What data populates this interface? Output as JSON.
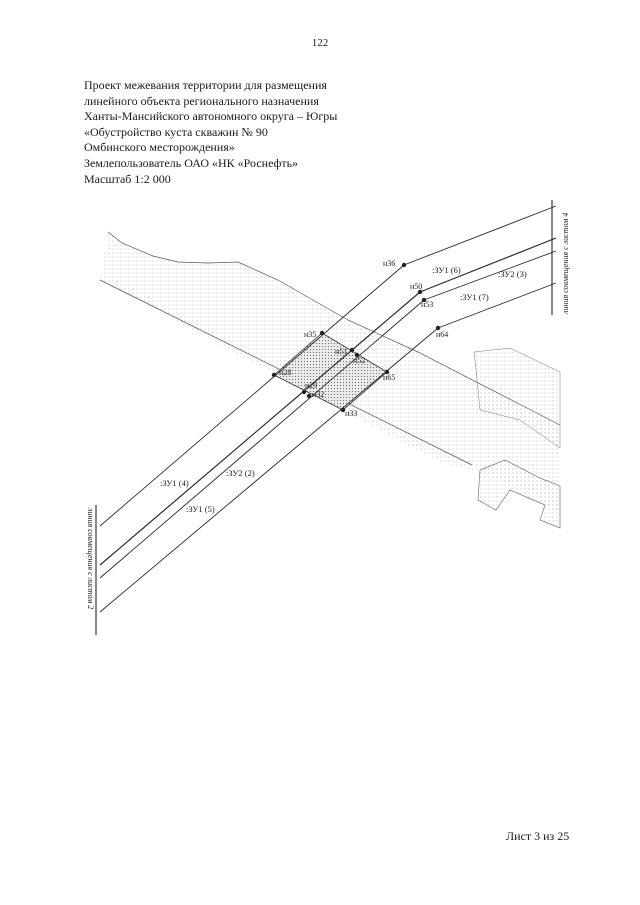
{
  "page_number": "122",
  "title_lines": [
    "Проект межевания территории для размещения",
    "линейного объекта регионального назначения",
    "Ханты-Мансийского автономного округа – Югры",
    "«Обустройство куста скважин № 90",
    "Омбинского месторождения»",
    "Землепользователь ОАО «НК «Роснефть»",
    "Масштаб 1:2 000"
  ],
  "map": {
    "points": [
      "н36",
      "н50",
      "н53",
      "н64",
      "н35",
      "н51",
      "н52",
      "н28",
      "н65",
      "н29",
      "н32",
      "н33"
    ],
    "zones": [
      ":ЗУ1 (6)",
      ":ЗУ2 (3)",
      ":ЗУ1 (7)",
      ":ЗУ1 (4)",
      ":ЗУ2 (2)",
      ":ЗУ1 (5)"
    ],
    "match_line_right": "линия совмещения с листом 4",
    "match_line_left": "линия совмещения с листом 2"
  },
  "footer": "Лист 3 из 25"
}
